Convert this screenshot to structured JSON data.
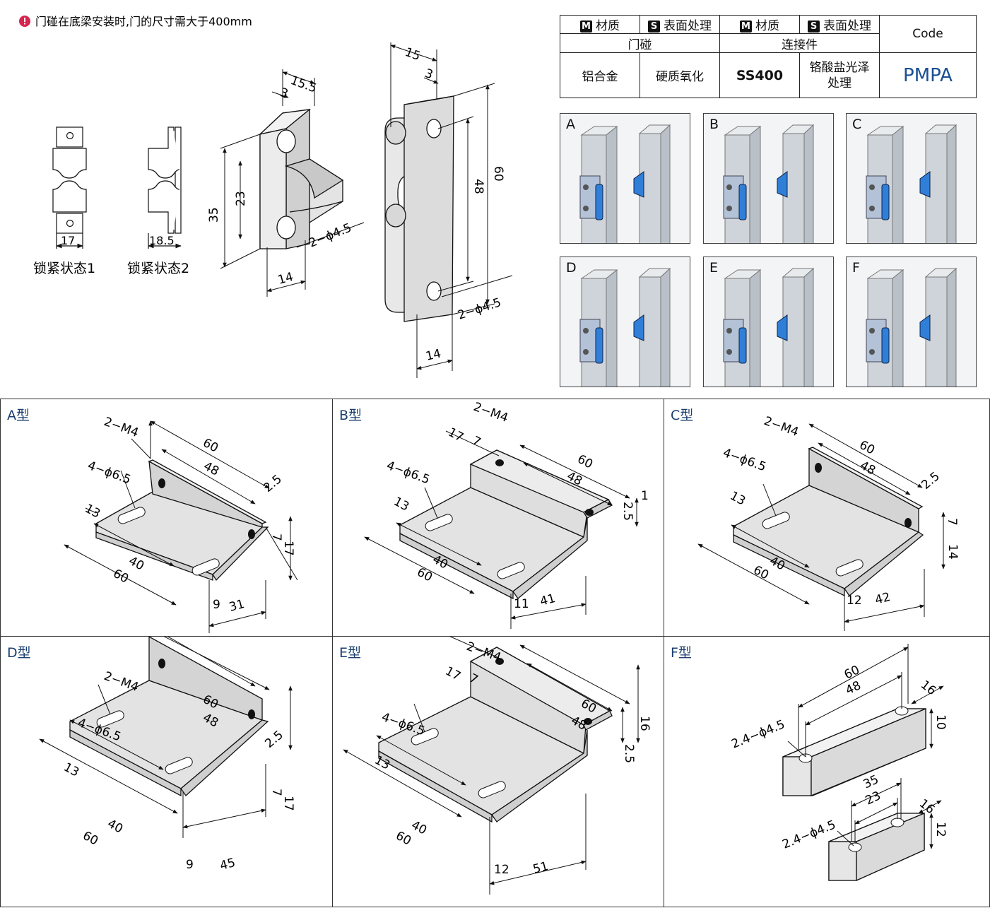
{
  "note": {
    "icon": "alert-icon",
    "text": "门碰在底梁安装时,门的尺寸需大于400mm"
  },
  "lock_states": {
    "state1": {
      "label": "锁紧状态1",
      "dim": "17"
    },
    "state2": {
      "label": "锁紧状态2",
      "dim": "18.5"
    }
  },
  "iso_views": {
    "bracket": {
      "d_15_5": "15.5",
      "d_3": "3",
      "d_35": "35",
      "d_23": "23",
      "d_14": "14",
      "d_holes": "2−ϕ4.5"
    },
    "plate": {
      "d_15": "15",
      "d_3": "3",
      "d_60": "60",
      "d_48": "48",
      "d_14": "14",
      "d_holes": "2−ϕ4.5"
    }
  },
  "spec_table": {
    "mat_badge": "M",
    "surf_badge": "S",
    "header_material": "材质",
    "header_surface": "表面处理",
    "header_code": "Code",
    "group1": "门碰",
    "group2": "连接件",
    "row": {
      "material1": "铝合金",
      "surface1": "硬质氧化",
      "material2": "SS400",
      "surface2_line1": "铬酸盐光泽",
      "surface2_line2": "处理",
      "code": "PMPA"
    }
  },
  "thumbnails": [
    "A",
    "B",
    "C",
    "D",
    "E",
    "F"
  ],
  "types": {
    "A": {
      "title": "A型",
      "screw": "2−M4",
      "slot": "4−ϕ6.5",
      "d60a": "60",
      "d48": "48",
      "d2_5": "2.5",
      "d13": "13",
      "d40": "40",
      "d60b": "60",
      "d7": "7",
      "d17": "17",
      "d9": "9",
      "d31": "31"
    },
    "B": {
      "title": "B型",
      "screw": "2−M4",
      "d17": "17",
      "d7": "7",
      "slot": "4−ϕ6.5",
      "d60": "60",
      "d48": "48",
      "d13": "13",
      "d40": "40",
      "d60b": "60",
      "d2_5": "2.5",
      "d1": "1",
      "d11": "11",
      "d41": "41"
    },
    "C": {
      "title": "C型",
      "screw": "2−M4",
      "slot": "4−ϕ6.5",
      "d60": "60",
      "d48": "48",
      "d2_5": "2.5",
      "d13": "13",
      "d40": "40",
      "d60b": "60",
      "d7": "7",
      "d14": "14",
      "d12": "12",
      "d42": "42"
    },
    "D": {
      "title": "D型",
      "screw": "2−M4",
      "slot": "4−ϕ6.5",
      "d60": "60",
      "d48": "48",
      "d2_5": "2.5",
      "d13": "13",
      "d40": "40",
      "d60b": "60",
      "d7": "7",
      "d17": "17",
      "d9": "9",
      "d45": "45"
    },
    "E": {
      "title": "E型",
      "screw": "2−M4",
      "d17": "17",
      "d7": "7",
      "slot": "4−ϕ6.5",
      "d60": "60",
      "d48": "48",
      "d13": "13",
      "d40": "40",
      "d60b": "60",
      "d2_5": "2.5",
      "d16": "16",
      "d12": "12",
      "d51": "51"
    },
    "F": {
      "title": "F型",
      "holes1": "2.4−ϕ4.5",
      "d60": "60",
      "d48": "48",
      "d16a": "16",
      "d10": "10",
      "holes2": "2.4−ϕ4.5",
      "d35": "35",
      "d23": "23",
      "d16b": "16",
      "d12": "12"
    }
  },
  "colors": {
    "accent_blue": "#2f7fd8",
    "title_blue": "#1a3e6e",
    "code_blue": "#1a4f92",
    "plate_gray": "#b3c2d6",
    "note_red": "#d6254e"
  }
}
